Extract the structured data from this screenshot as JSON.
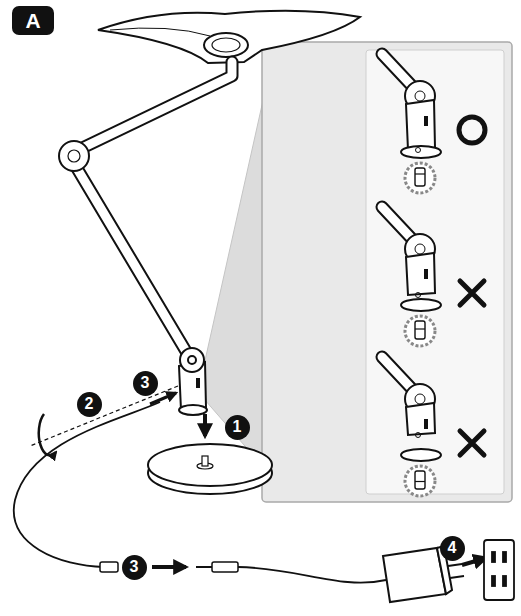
{
  "diagram": {
    "nodes": [
      {
        "text": [
          "A"
        ]
      },
      {
        "text": [
          "3"
        ]
      },
      {
        "text": [
          "2"
        ]
      },
      {
        "text": [
          "1"
        ]
      },
      {
        "text": [
          "3"
        ]
      },
      {
        "text": [
          "4"
        ]
      }
    ]
  }
}
